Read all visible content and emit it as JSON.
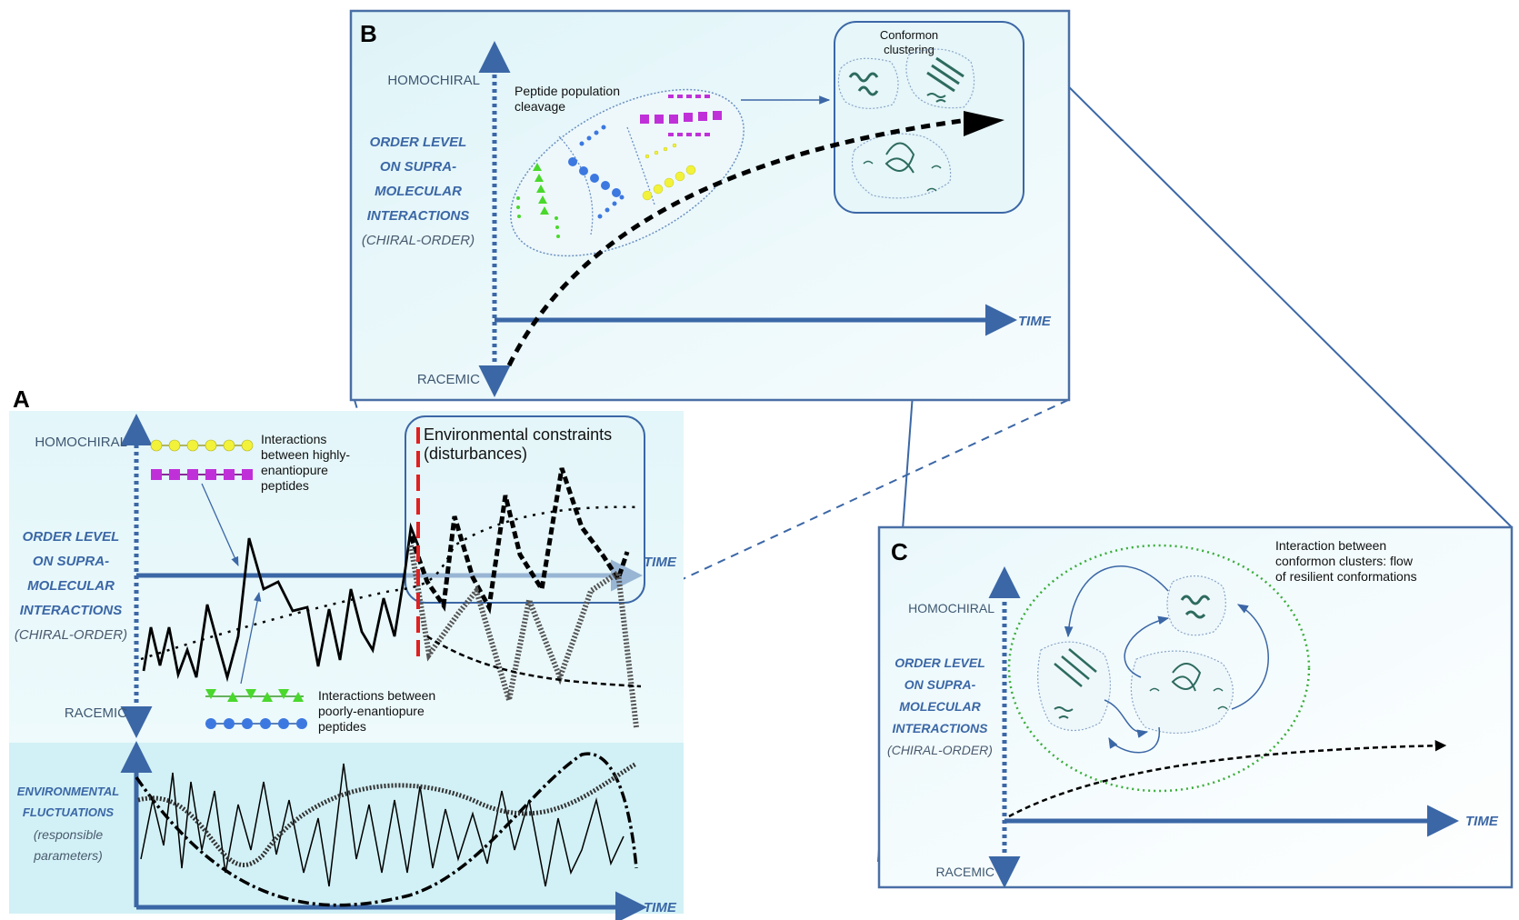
{
  "panels": {
    "A": {
      "letter": "A",
      "homochiral": "HOMOCHIRAL",
      "racemic": "RACEMIC",
      "order_lines": [
        "ORDER LEVEL",
        "ON SUPRA-",
        "MOLECULAR",
        "INTERACTIONS"
      ],
      "chiral_order": "(CHIRAL-ORDER)",
      "time": "TIME",
      "env_box_lines": [
        "Environmental constraints",
        "(disturbances)"
      ],
      "high_note_lines": [
        "Interactions",
        "between highly-",
        "enantiopure",
        "peptides"
      ],
      "poor_note_lines": [
        "Interactions between",
        "poorly-enantiopure",
        "peptides"
      ],
      "env_lines": [
        "ENVIRONMENTAL",
        "FLUCTUATIONS"
      ],
      "env_sub_lines": [
        "(responsible",
        "parameters)"
      ],
      "env_time": "TIME"
    },
    "B": {
      "letter": "B",
      "homochiral": "HOMOCHIRAL",
      "racemic": "RACEMIC",
      "order_lines": [
        "ORDER LEVEL",
        "ON SUPRA-",
        "MOLECULAR",
        "INTERACTIONS"
      ],
      "chiral_order": "(CHIRAL-ORDER)",
      "time": "TIME",
      "cleavage_lines": [
        "Peptide population",
        "cleavage"
      ],
      "cluster_lines": [
        "Conformon",
        "clustering"
      ]
    },
    "C": {
      "letter": "C",
      "homochiral": "HOMOCHIRAL",
      "racemic": "RACEMIC",
      "order_lines": [
        "ORDER LEVEL",
        "ON SUPRA-",
        "MOLECULAR",
        "INTERACTIONS"
      ],
      "chiral_order": "(CHIRAL-ORDER)",
      "time": "TIME",
      "interaction_lines": [
        "Interaction between",
        "conformon clusters: flow",
        "of resilient conformations"
      ]
    }
  },
  "colors": {
    "axis": "#3b67a6",
    "panel_border": "#4a6fa5",
    "panel_bg": "#eaf7fa",
    "env_bg": "#d2f1f6",
    "red_dash": "#e02020",
    "yellow": "#f2f23a",
    "magenta": "#c030d8",
    "green": "#49d82c",
    "blue": "#3c78e0",
    "protein": "#2e6b5f",
    "ring": "#3aad3a"
  }
}
